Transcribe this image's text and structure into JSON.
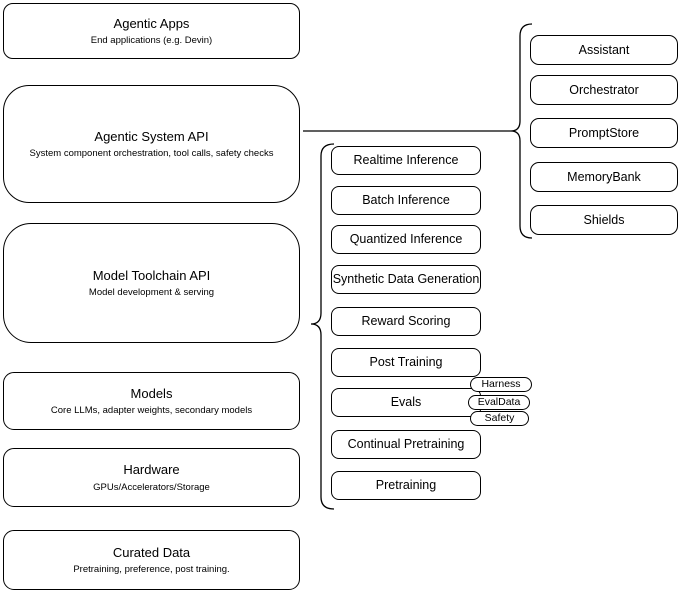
{
  "diagram": {
    "colors": {
      "stroke": "#000000",
      "background": "#ffffff",
      "text": "#000000"
    },
    "left_column": {
      "boxes": [
        {
          "title": "Agentic Apps",
          "subtitle": "End applications (e.g. Devin)"
        },
        {
          "title": "Agentic System API",
          "subtitle": "System component orchestration, tool calls, safety checks"
        },
        {
          "title": "Model Toolchain API",
          "subtitle": "Model development & serving"
        },
        {
          "title": "Models",
          "subtitle": "Core LLMs, adapter weights, secondary models"
        },
        {
          "title": "Hardware",
          "subtitle": "GPUs/Accelerators/Storage"
        },
        {
          "title": "Curated Data",
          "subtitle": "Pretraining, preference, post training."
        }
      ]
    },
    "middle_column": {
      "boxes": [
        {
          "label": "Realtime Inference"
        },
        {
          "label": "Batch Inference"
        },
        {
          "label": "Quantized Inference"
        },
        {
          "label": "Synthetic Data Generation"
        },
        {
          "label": "Reward Scoring"
        },
        {
          "label": "Post Training"
        },
        {
          "label": "Evals"
        },
        {
          "label": "Continual Pretraining"
        },
        {
          "label": "Pretraining"
        }
      ],
      "eval_pills": [
        {
          "label": "Harness"
        },
        {
          "label": "EvalData"
        },
        {
          "label": "Safety"
        }
      ]
    },
    "right_column": {
      "boxes": [
        {
          "label": "Assistant"
        },
        {
          "label": "Orchestrator"
        },
        {
          "label": "PromptStore"
        },
        {
          "label": "MemoryBank"
        },
        {
          "label": "Shields"
        }
      ]
    }
  }
}
